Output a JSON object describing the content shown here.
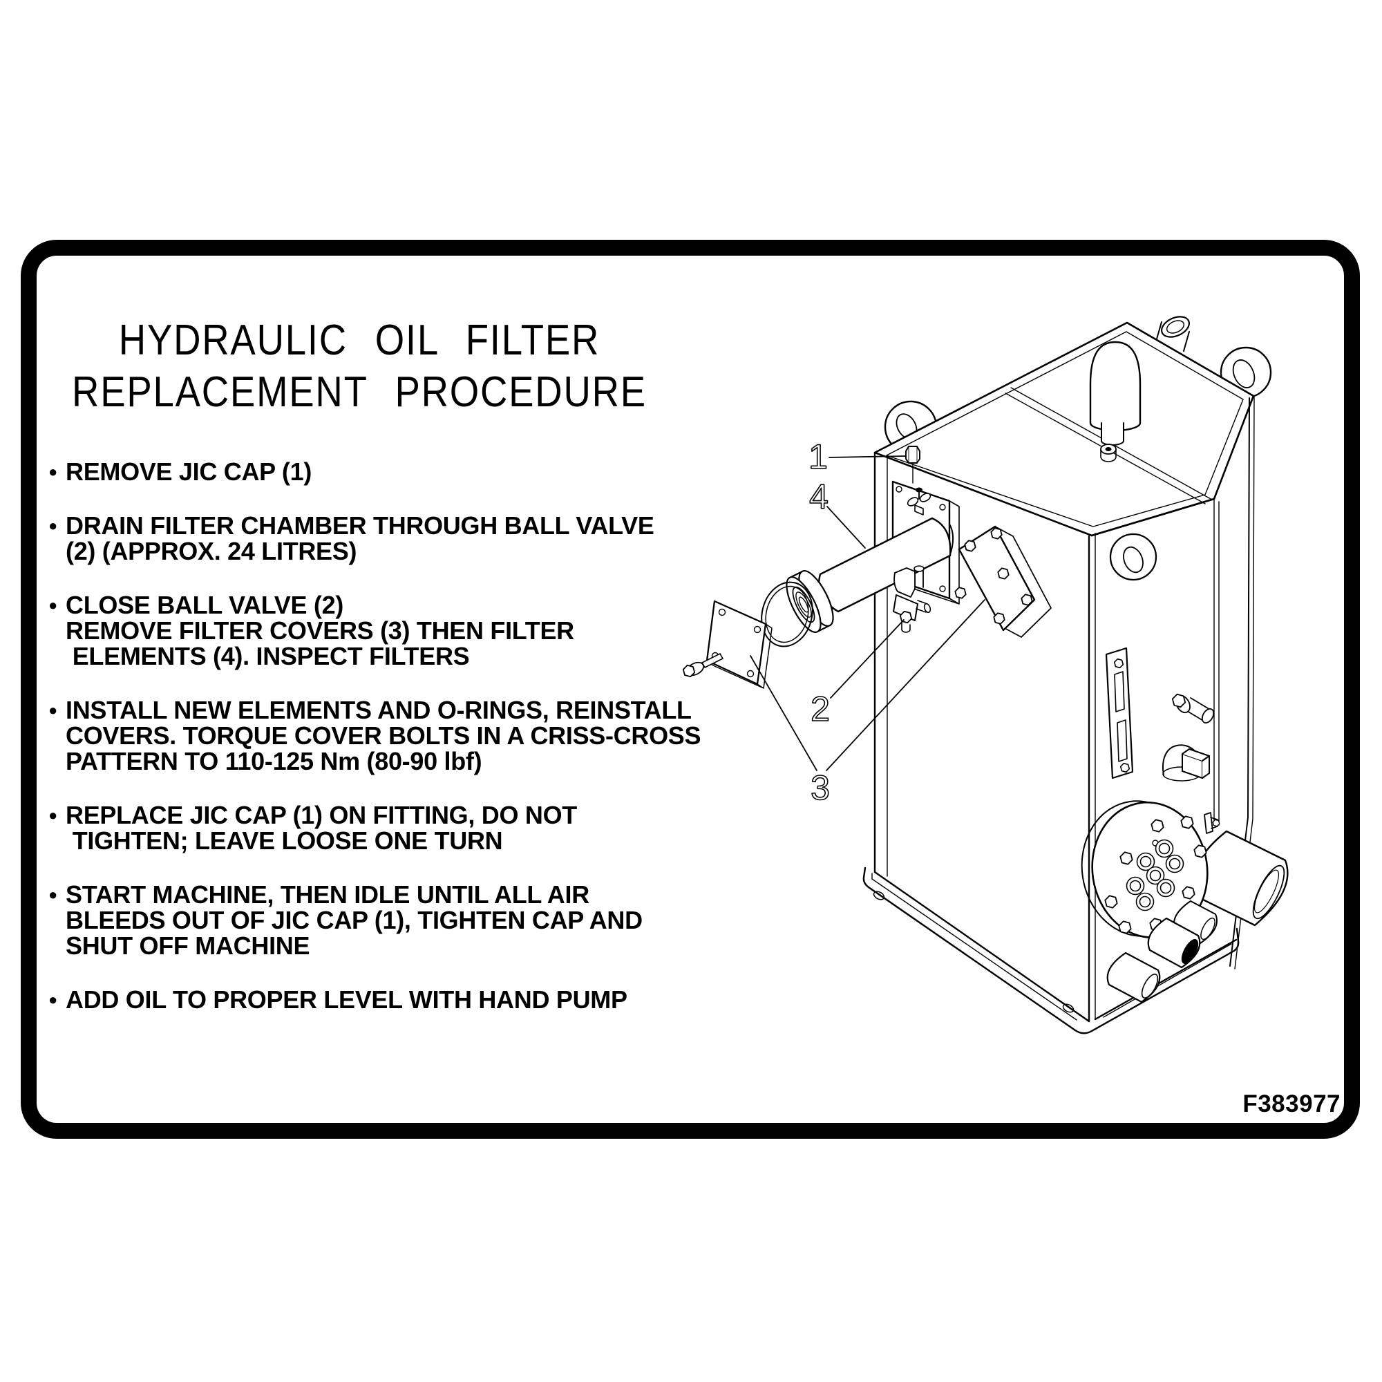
{
  "label": {
    "title": {
      "line1": "HYDRAULIC OIL FILTER",
      "line2": "REPLACEMENT PROCEDURE"
    },
    "procedure": {
      "bullet_char": "●",
      "items": [
        {
          "lines": [
            "REMOVE JIC CAP (1)"
          ]
        },
        {
          "lines": [
            "DRAIN FILTER CHAMBER THROUGH BALL VALVE",
            "(2) (APPROX. 24 LITRES)"
          ]
        },
        {
          "lines": [
            "CLOSE BALL VALVE (2)",
            "REMOVE FILTER COVERS (3) THEN FILTER",
            " ELEMENTS (4). INSPECT FILTERS"
          ]
        },
        {
          "lines": [
            "INSTALL NEW ELEMENTS AND O-RINGS, REINSTALL",
            "COVERS. TORQUE COVER BOLTS IN A CRISS-CROSS",
            "PATTERN TO 110-125 Nm (80-90 lbf)"
          ]
        },
        {
          "lines": [
            "REPLACE JIC CAP (1) ON FITTING, DO NOT",
            " TIGHTEN; LEAVE LOOSE ONE TURN"
          ]
        },
        {
          "lines": [
            "START MACHINE, THEN IDLE UNTIL ALL AIR",
            "BLEEDS OUT OF JIC CAP (1), TIGHTEN CAP AND",
            "SHUT OFF MACHINE"
          ]
        },
        {
          "lines": [
            "ADD OIL TO PROPER LEVEL WITH HAND PUMP"
          ]
        }
      ]
    },
    "part_number": "F383977",
    "diagram": {
      "callouts": {
        "c1": "1",
        "c2": "2",
        "c3": "3",
        "c4": "4"
      }
    },
    "colors": {
      "ink": "#000000",
      "paper": "#ffffff"
    }
  }
}
